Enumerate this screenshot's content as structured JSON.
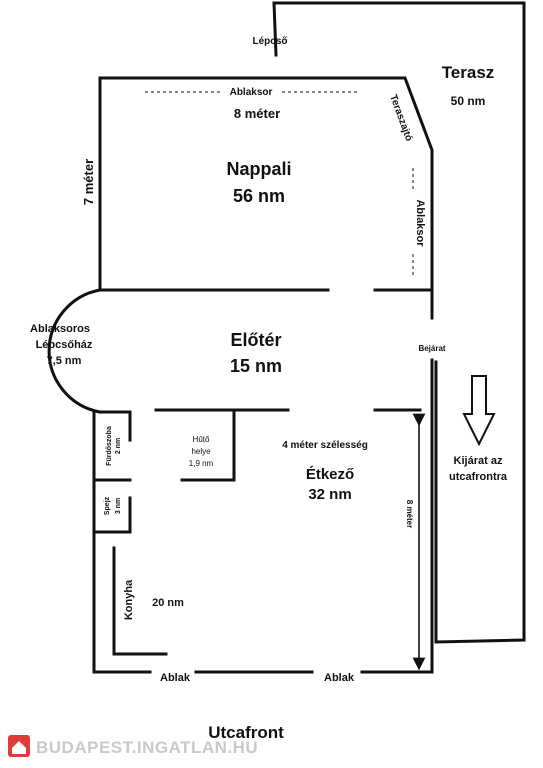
{
  "labels": {
    "lepcso": "Lépcső",
    "terasz": "Terasz",
    "terasz_area": "50 nm",
    "ablaksor_top": "Ablaksor",
    "nyolc_meter": "8 méter",
    "teraszajto": "Teraszajtó",
    "het_meter": "7 méter",
    "nappali": "Nappali",
    "nappali_area": "56 nm",
    "ablaksor_right": "Ablaksor",
    "ablaksoros": "Ablaksoros",
    "lepcsohaz": "Lépcsőház",
    "lepcsohaz_area": "7,5 nm",
    "eloter": "Előtér",
    "eloter_area": "15 nm",
    "bejarat": "Bejárat",
    "furdoszoba": "Fürdőszoba",
    "furdoszoba_area": "2 nm",
    "huto": "Hűtő",
    "helye": "helye",
    "huto_area": "1,9 nm",
    "negy_meter": "4 méter szélesség",
    "etkezo": "Étkező",
    "etkezo_area": "32 nm",
    "kijarat_1": "Kijárat az",
    "kijarat_2": "utcafrontra",
    "spajz": "Spejz",
    "spajz_area": "3 nm",
    "nyolc_meter_right": "8 méter",
    "konyha": "Konyha",
    "konyha_area": "20 nm",
    "ablak_left": "Ablak",
    "ablak_right": "Ablak",
    "utcafront": "Utcafront",
    "watermark": "BUDAPEST.INGATLAN.HU"
  },
  "colors": {
    "ink": "#111111",
    "watermark": "#c9c9c9",
    "logo": "#e03a3a"
  }
}
